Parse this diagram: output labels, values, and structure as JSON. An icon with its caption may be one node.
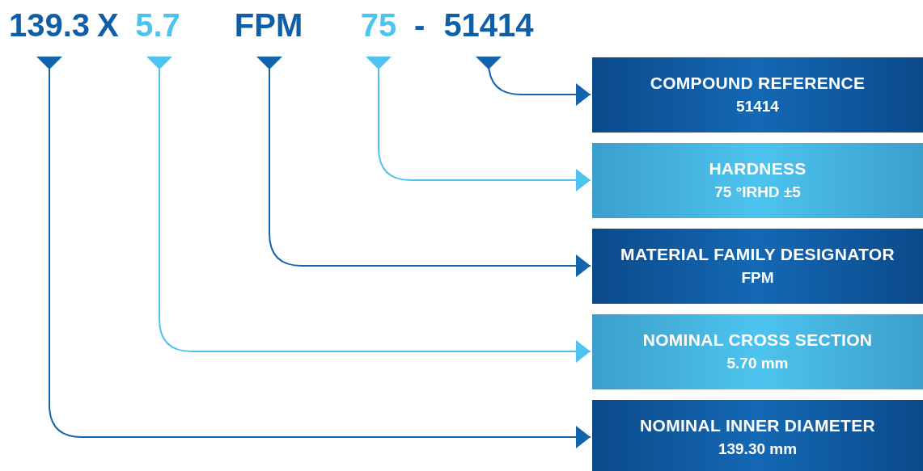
{
  "diagram": {
    "nodes": [
      {
        "text": [
          "139.3"
        ]
      },
      {
        "text": [
          "5.7"
        ]
      },
      {
        "text": [
          "FPM"
        ]
      },
      {
        "text": [
          "75"
        ]
      },
      {
        "text": [
          "51414"
        ]
      },
      {
        "text": [
          "COMPOUND REFERENCE",
          "51414"
        ]
      },
      {
        "text": [
          "HARDNESS",
          "75 °IRHD ±5"
        ]
      },
      {
        "text": [
          "MATERIAL FAMILY DESIGNATOR",
          "FPM"
        ]
      },
      {
        "text": [
          "NOMINAL CROSS SECTION",
          "5.70 mm"
        ]
      },
      {
        "text": [
          "NOMINAL INNER DIAMETER",
          "139.30 mm"
        ]
      }
    ],
    "edges": [
      {
        "from": 4,
        "to": 5,
        "arrow": "to"
      },
      {
        "from": 3,
        "to": 6,
        "arrow": "to",
        "color": "#4fc3f0"
      },
      {
        "from": 2,
        "to": 7,
        "arrow": "to"
      },
      {
        "from": 1,
        "to": 8,
        "arrow": "to",
        "color": "#4fc3f0"
      },
      {
        "from": 0,
        "to": 9,
        "arrow": "to"
      }
    ],
    "labels": [
      "X",
      "-"
    ]
  }
}
